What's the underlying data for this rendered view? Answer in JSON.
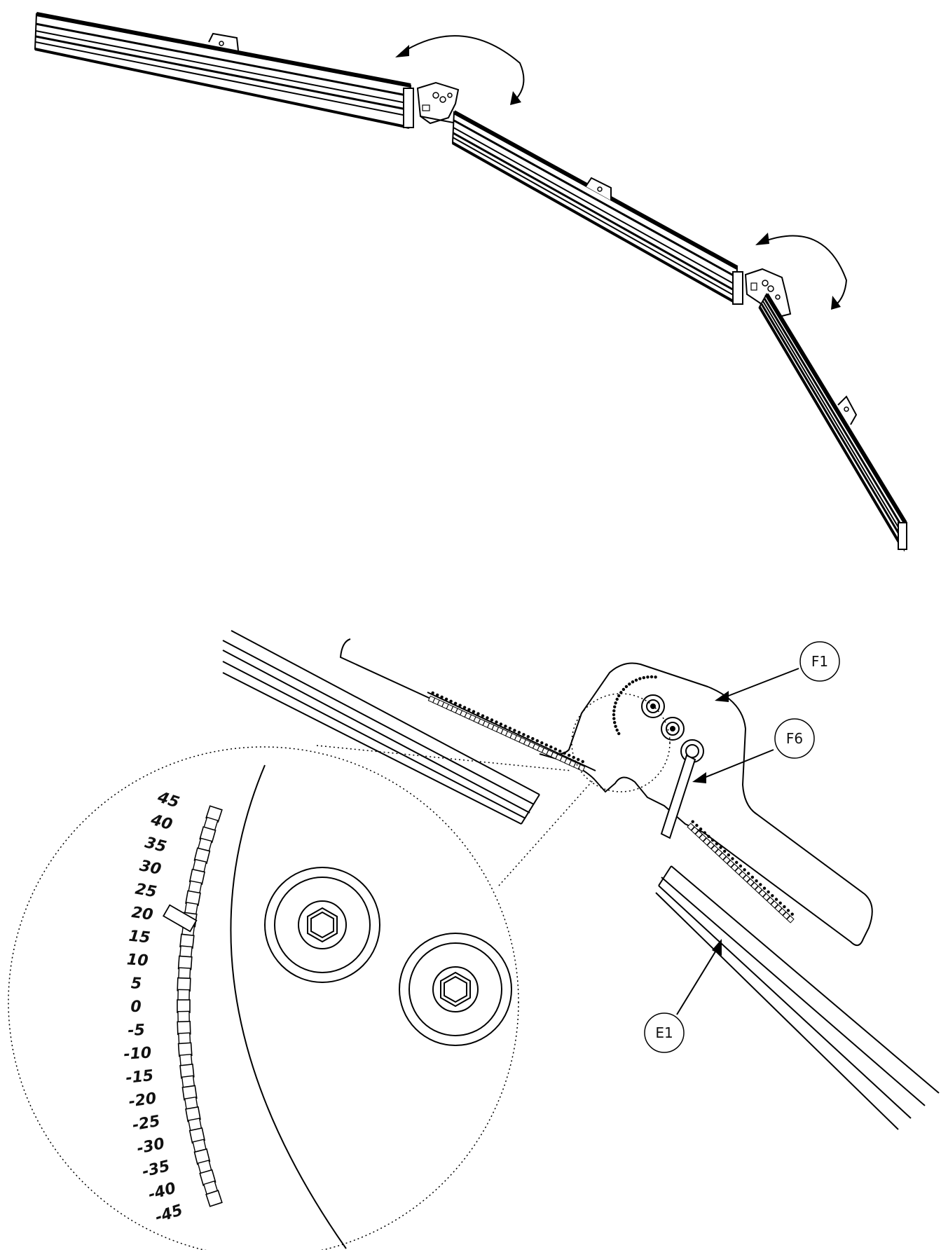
{
  "callouts": {
    "f1": "F1",
    "f6": "F6",
    "e1": "E1"
  },
  "scale": {
    "labels": [
      "45",
      "40",
      "35",
      "30",
      "25",
      "20",
      "15",
      "10",
      "5",
      "0",
      "-5",
      "-10",
      "-15",
      "-20",
      "-25",
      "-30",
      "-35",
      "-40",
      "-45"
    ],
    "indicator_value": 20
  }
}
